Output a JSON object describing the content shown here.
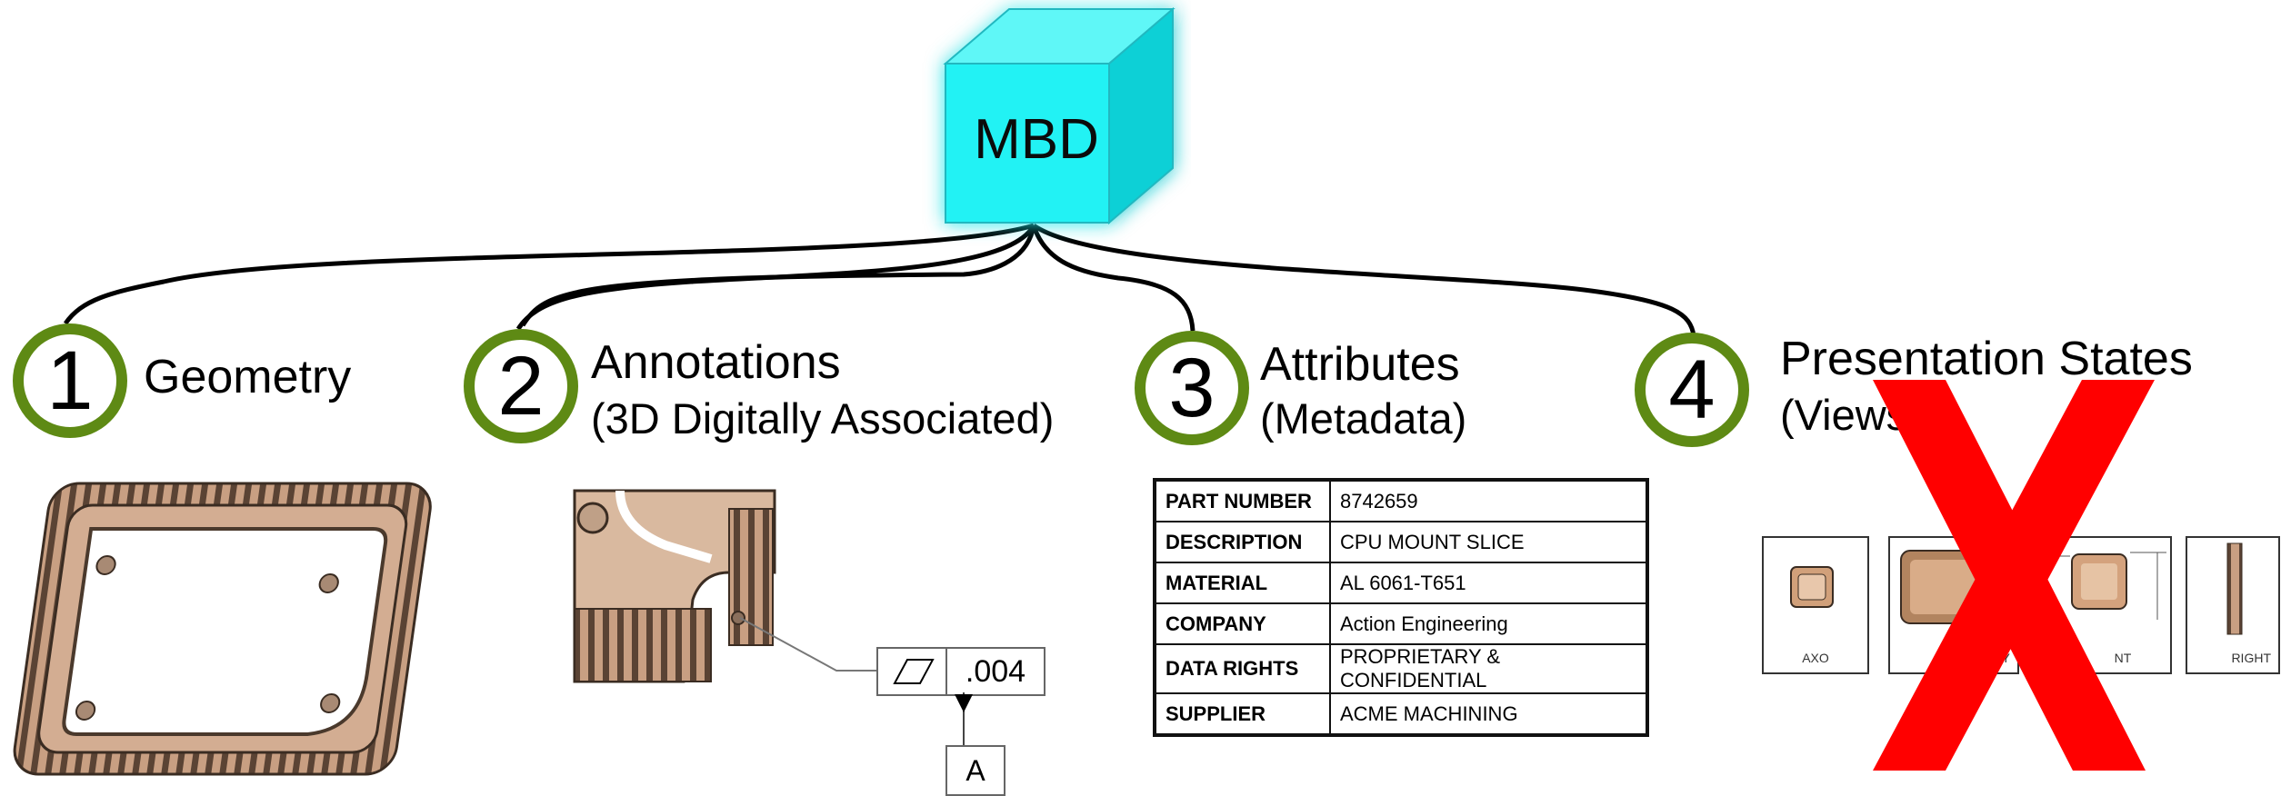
{
  "hub": {
    "label": "MBD",
    "color": "#21f0f0"
  },
  "pillars": [
    {
      "number": "1",
      "title": "Geometry",
      "subtitle": ""
    },
    {
      "number": "2",
      "title": "Annotations",
      "subtitle": "(3D Digitally Associated)"
    },
    {
      "number": "3",
      "title": "Attributes",
      "subtitle": "(Metadata)"
    },
    {
      "number": "4",
      "title": "Presentation States",
      "subtitle": "(Views"
    }
  ],
  "ring_color": "#5e8a14",
  "annotation": {
    "tolerance": ".004",
    "datum": "A"
  },
  "attributes": [
    {
      "key": "PART NUMBER",
      "value": "8742659"
    },
    {
      "key": "DESCRIPTION",
      "value": "CPU MOUNT SLICE"
    },
    {
      "key": "MATERIAL",
      "value": "AL 6061-T651"
    },
    {
      "key": "COMPANY",
      "value": "Action Engineering"
    },
    {
      "key": "DATA RIGHTS",
      "value": "PROPRIETARY & CONFIDENTIAL"
    },
    {
      "key": "SUPPLIER",
      "value": "ACME MACHINING"
    }
  ],
  "views": [
    {
      "label": "AXO"
    },
    {
      "label": "ONLY"
    },
    {
      "label": "NT"
    },
    {
      "label": "RIGHT"
    }
  ],
  "cross_color": "#ff0000"
}
